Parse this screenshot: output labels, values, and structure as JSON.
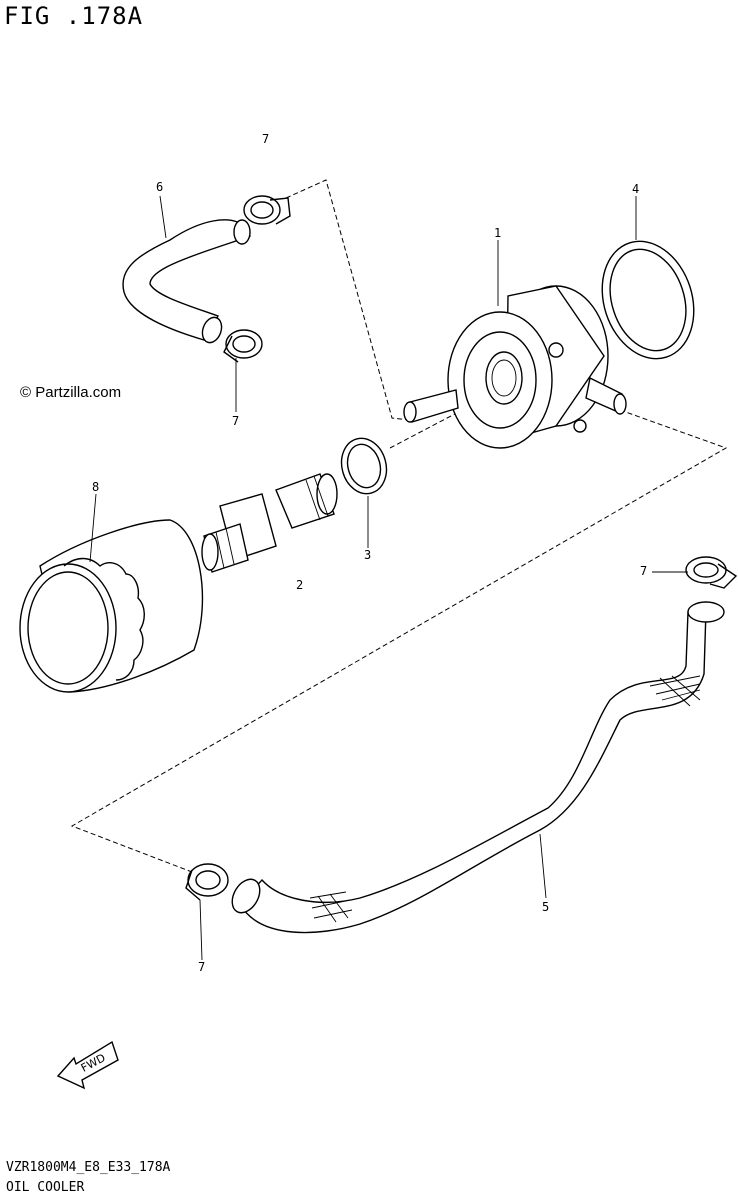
{
  "figure": {
    "title": "FIG .178A",
    "copyright": "© Partzilla.com",
    "footer_code": "VZR1800M4_E8_E33_178A",
    "footer_name": "OIL COOLER"
  },
  "callouts": [
    {
      "id": "c7a",
      "label": "7"
    },
    {
      "id": "c6",
      "label": "6"
    },
    {
      "id": "c1",
      "label": "1"
    },
    {
      "id": "c4",
      "label": "4"
    },
    {
      "id": "c7b",
      "label": "7"
    },
    {
      "id": "c8",
      "label": "8"
    },
    {
      "id": "c3",
      "label": "3"
    },
    {
      "id": "c2",
      "label": "2"
    },
    {
      "id": "c7c",
      "label": "7"
    },
    {
      "id": "c5",
      "label": "5"
    },
    {
      "id": "c7d",
      "label": "7"
    }
  ],
  "fwd_arrow": {
    "label": "FWD"
  }
}
